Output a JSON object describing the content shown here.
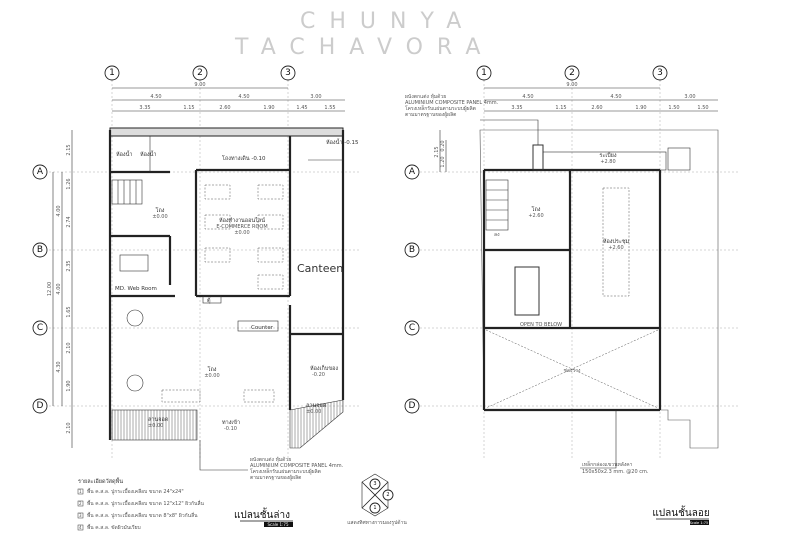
{
  "grid_columns": [
    "1",
    "2",
    "3"
  ],
  "grid_rows": [
    "A",
    "B",
    "C",
    "D"
  ],
  "ground_floor": {
    "dims_top_total": "9.00",
    "dims_top_mid": [
      "4.50",
      "4.50",
      "3.00"
    ],
    "dims_top_detail": [
      "3.35",
      "1.15",
      "2.60",
      "1.90",
      "1.45",
      "1.55"
    ],
    "dims_left_total": "12.00",
    "dims_left_mid": [
      "4.00",
      "4.00",
      "4.30"
    ],
    "dims_left_detail": [
      "2.15",
      "1.26",
      "2.74",
      "2.35",
      "1.65",
      "2.10",
      "1.90",
      "2.10"
    ],
    "rooms": {
      "toilet_1": "ห้องน้ำ",
      "toilet_2": "ห้องน้ำ",
      "wash_area": "โถงทางเดิน -0.10",
      "toilet_right": "ห้องน้ำ -0.15",
      "hall": "โถง",
      "hall_level": "±0.00",
      "ecommerce_th": "ห้องทำงานออนไลน์",
      "ecommerce_en": "E-COMMERCE ROOM",
      "ecommerce_level": "±0.00",
      "canteen": "Canteen",
      "md_room": "MD. Web Room",
      "shelf": "ตู้",
      "counter": "Counter",
      "lobby": "โถง",
      "lobby_level": "±0.00",
      "service": "ห้องเก็บของ",
      "service_level": "-0.20",
      "terrace_left": "ลานจอด",
      "terrace_left_level": "±0.00",
      "entrance": "ทางเข้า",
      "entrance_level": "-0.10",
      "terrace_right": "ลานจอด",
      "terrace_right_level": "±0.00"
    },
    "note_lines": [
      "ผนังตกแต่ง หุ้มด้วย",
      "ALUMINIUM COMPOSITE PANEL 4mm.",
      "โครงเหล็กรับแผ่นตามระบบผู้ผลิต",
      "ตามมาตรฐานของผู้ผลิต"
    ],
    "title": "แปลนชั้นล่าง",
    "scale": "Scale 1:75"
  },
  "upper_floor": {
    "dims_top_total": "9.00",
    "dims_top_mid": [
      "4.50",
      "4.50",
      "3.00"
    ],
    "dims_top_detail": [
      "3.35",
      "1.15",
      "2.60",
      "1.90",
      "1.50",
      "1.50"
    ],
    "dims_left_detail": [
      "2.15",
      "0.20",
      "1.20"
    ],
    "rooms": {
      "balcony": "ระเบียง",
      "balcony_level": "+2.80",
      "hall": "โถง",
      "hall_level": "+2.60",
      "meeting": "ห้องประชุม",
      "meeting_level": "+2.60",
      "stair_down": "ลง",
      "void": "ช่องว่าง",
      "open_below": "OPEN TO BELOW"
    },
    "note_lines": [
      "ผนังตกแต่ง หุ้มด้วย",
      "ALUMINIUM COMPOSITE PANEL 4mm.",
      "โครงเหล็กรับแผ่นตามระบบผู้ผลิต",
      "ตามมาตรฐานของผู้ผลิต"
    ],
    "note_bottom": [
      "เหล็กกล่องแขวนหลังคา",
      "150x50x2.3 mm. @20 cm."
    ],
    "title": "แปลนชั้นลอย",
    "scale": "Scale 1:75"
  },
  "legend": {
    "title": "รายละเอียดวัสดุพื้น",
    "items": [
      {
        "code": "1",
        "text": "พื้น ค.ส.ล. ปูกระเบื้องเคลือบ ขนาด 24\"x24\""
      },
      {
        "code": "2",
        "text": "พื้น ค.ส.ล. ปูกระเบื้องเคลือบ ขนาด 12\"x12\" ผิวกันลื่น"
      },
      {
        "code": "3",
        "text": "พื้น ค.ส.ล. ปูกระเบื้องเคลือบ ขนาด 8\"x8\" ผิวกันลื่น"
      },
      {
        "code": "4",
        "text": "พื้น ค.ส.ล. ขัดผิวมันเรียบ"
      }
    ]
  },
  "section_key": {
    "labels": [
      "3",
      "2",
      "1"
    ],
    "caption": "แสดงทิศทางการมองรูปด้าน"
  },
  "watermark": [
    "CHUNYA",
    "TACHAVORA"
  ]
}
